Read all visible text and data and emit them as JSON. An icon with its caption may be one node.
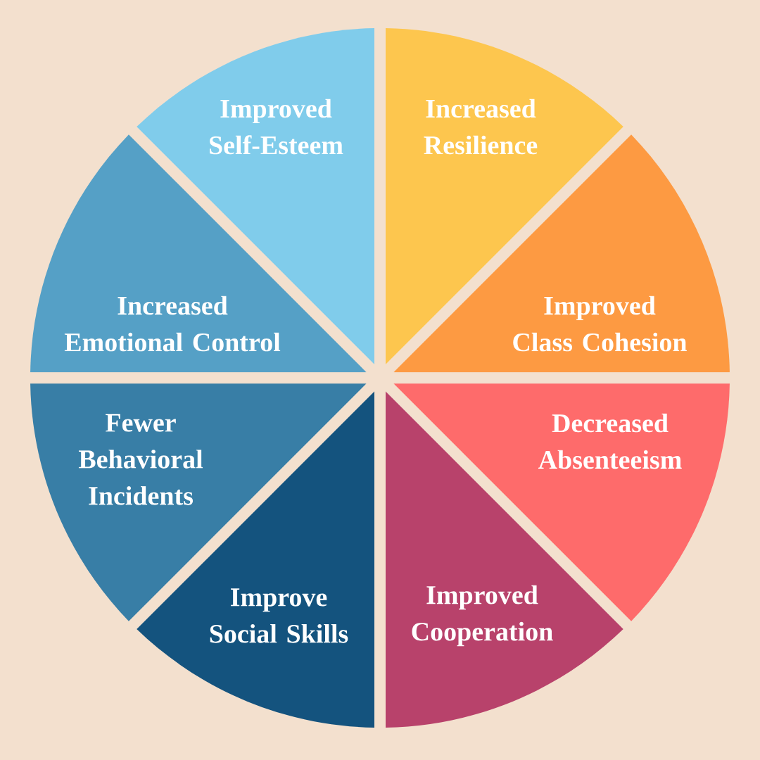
{
  "diagram": {
    "nodes": [
      {
        "text": [
          "Improved Self-Esteem"
        ]
      },
      {
        "text": [
          "Increased Resilience"
        ]
      },
      {
        "text": [
          "Increased Emotional Control"
        ]
      },
      {
        "text": [
          "Improved Class Cohesion"
        ]
      },
      {
        "text": [
          "Fewer Behavioral Incidents"
        ]
      },
      {
        "text": [
          "Decreased Absenteeism"
        ]
      },
      {
        "text": [
          "Improve Social Skills"
        ]
      },
      {
        "text": [
          "Improved Cooperation"
        ]
      }
    ]
  }
}
